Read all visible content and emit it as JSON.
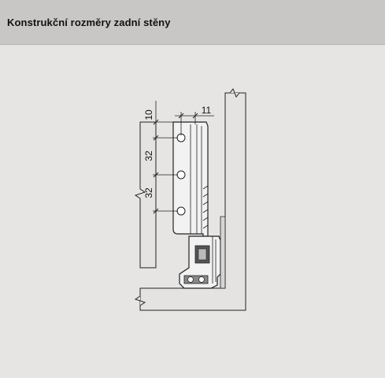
{
  "header": {
    "title": "Konstrukční rozměry zadní stěny"
  },
  "diagram": {
    "dimensions": {
      "top_offset": "10",
      "width": "11",
      "pitch_1": "32",
      "pitch_2": "32"
    }
  },
  "colors": {
    "header_bg": "#c8c7c6",
    "page_bg": "#e6e5e3",
    "wall_fill": "#e4e3e1",
    "bracket_fill": "#f2f2f2",
    "line": "#222222"
  }
}
